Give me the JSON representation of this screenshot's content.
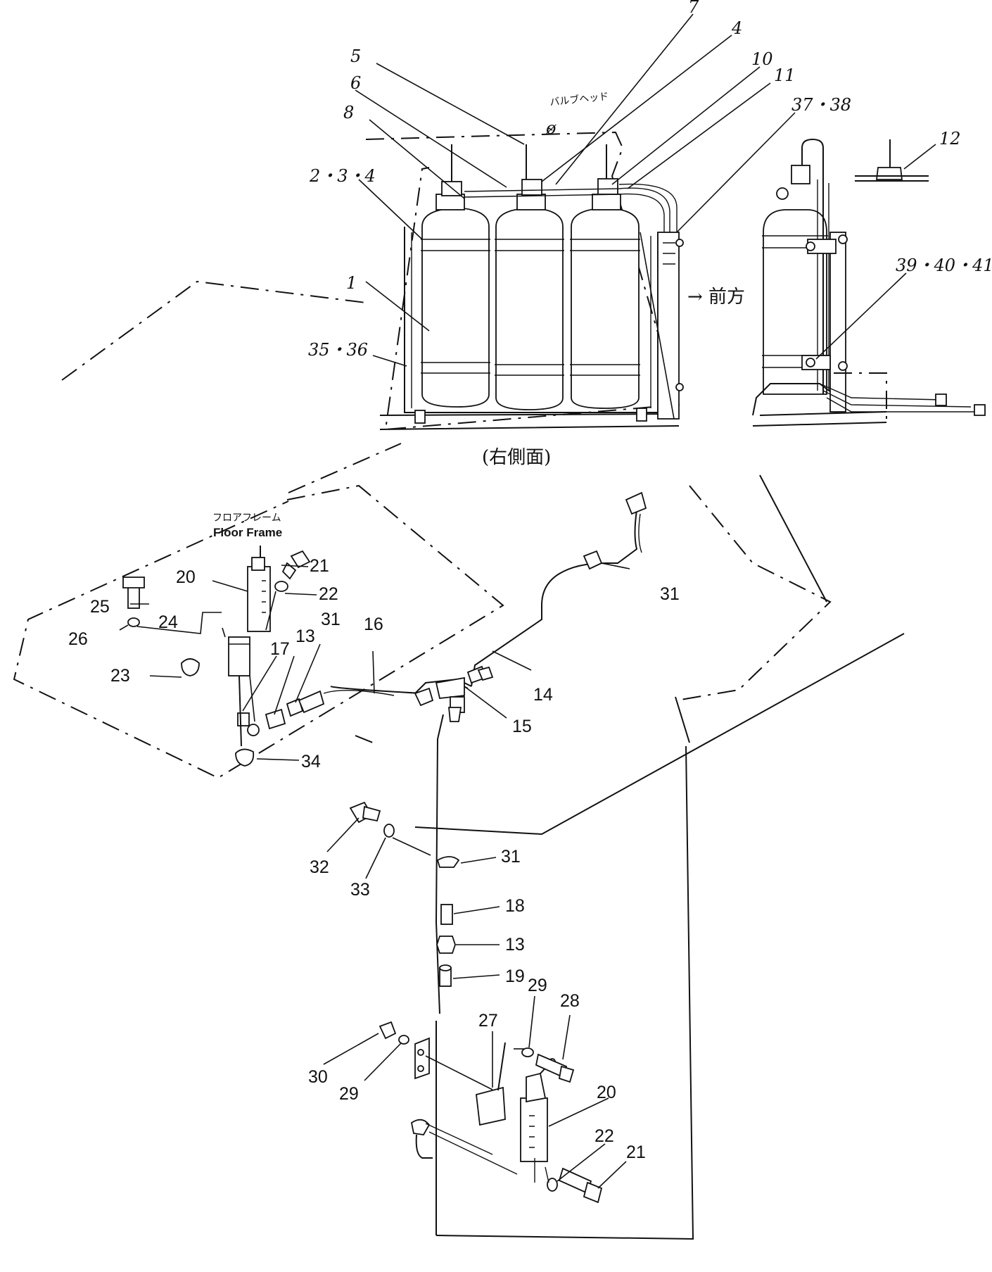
{
  "captions": {
    "view": "(右側面)",
    "valve_head": "バルブヘッド",
    "front": "→ 前方",
    "floor_frame_jp": "フロアフレーム",
    "floor_frame_en": "Floor Frame"
  },
  "callouts": [
    "7",
    "4",
    "5",
    "10",
    "11",
    "6",
    "バルブヘッド",
    "8",
    "37・38",
    "12",
    "2・3・4",
    "1",
    "39・40・41",
    "35・36",
    "→前方",
    "(右側面)",
    "21",
    "20",
    "22",
    "25",
    "24",
    "26",
    "31",
    "16",
    "17",
    "13",
    "23",
    "14",
    "15",
    "34",
    "31",
    "32",
    "33",
    "31",
    "18",
    "13",
    "19",
    "29",
    "28",
    "27",
    "30",
    "29",
    "20",
    "22",
    "21"
  ],
  "labels": {
    "l7": "7",
    "l4": "4",
    "l5": "5",
    "l10": "10",
    "l11": "11",
    "l6": "6",
    "l8": "8",
    "l37_38": "37・38",
    "l12": "12",
    "l2_3_4": "2・3・4",
    "l1": "1",
    "l39_40_41": "39・40・41",
    "l35_36": "35・36",
    "p21a": "21",
    "p20a": "20",
    "p22a": "22",
    "p25": "25",
    "p24": "24",
    "p26": "26",
    "p23": "23",
    "p17": "17",
    "p13a": "13",
    "p31a": "31",
    "p16": "16",
    "p34": "34",
    "p14": "14",
    "p15": "15",
    "p31b": "31",
    "p32": "32",
    "p33": "33",
    "p31c": "31",
    "p18": "18",
    "p13b": "13",
    "p19": "19",
    "p29a": "29",
    "p28": "28",
    "p27": "27",
    "p30": "30",
    "p29b": "29",
    "p20b": "20",
    "p22b": "22",
    "p21b": "21"
  }
}
